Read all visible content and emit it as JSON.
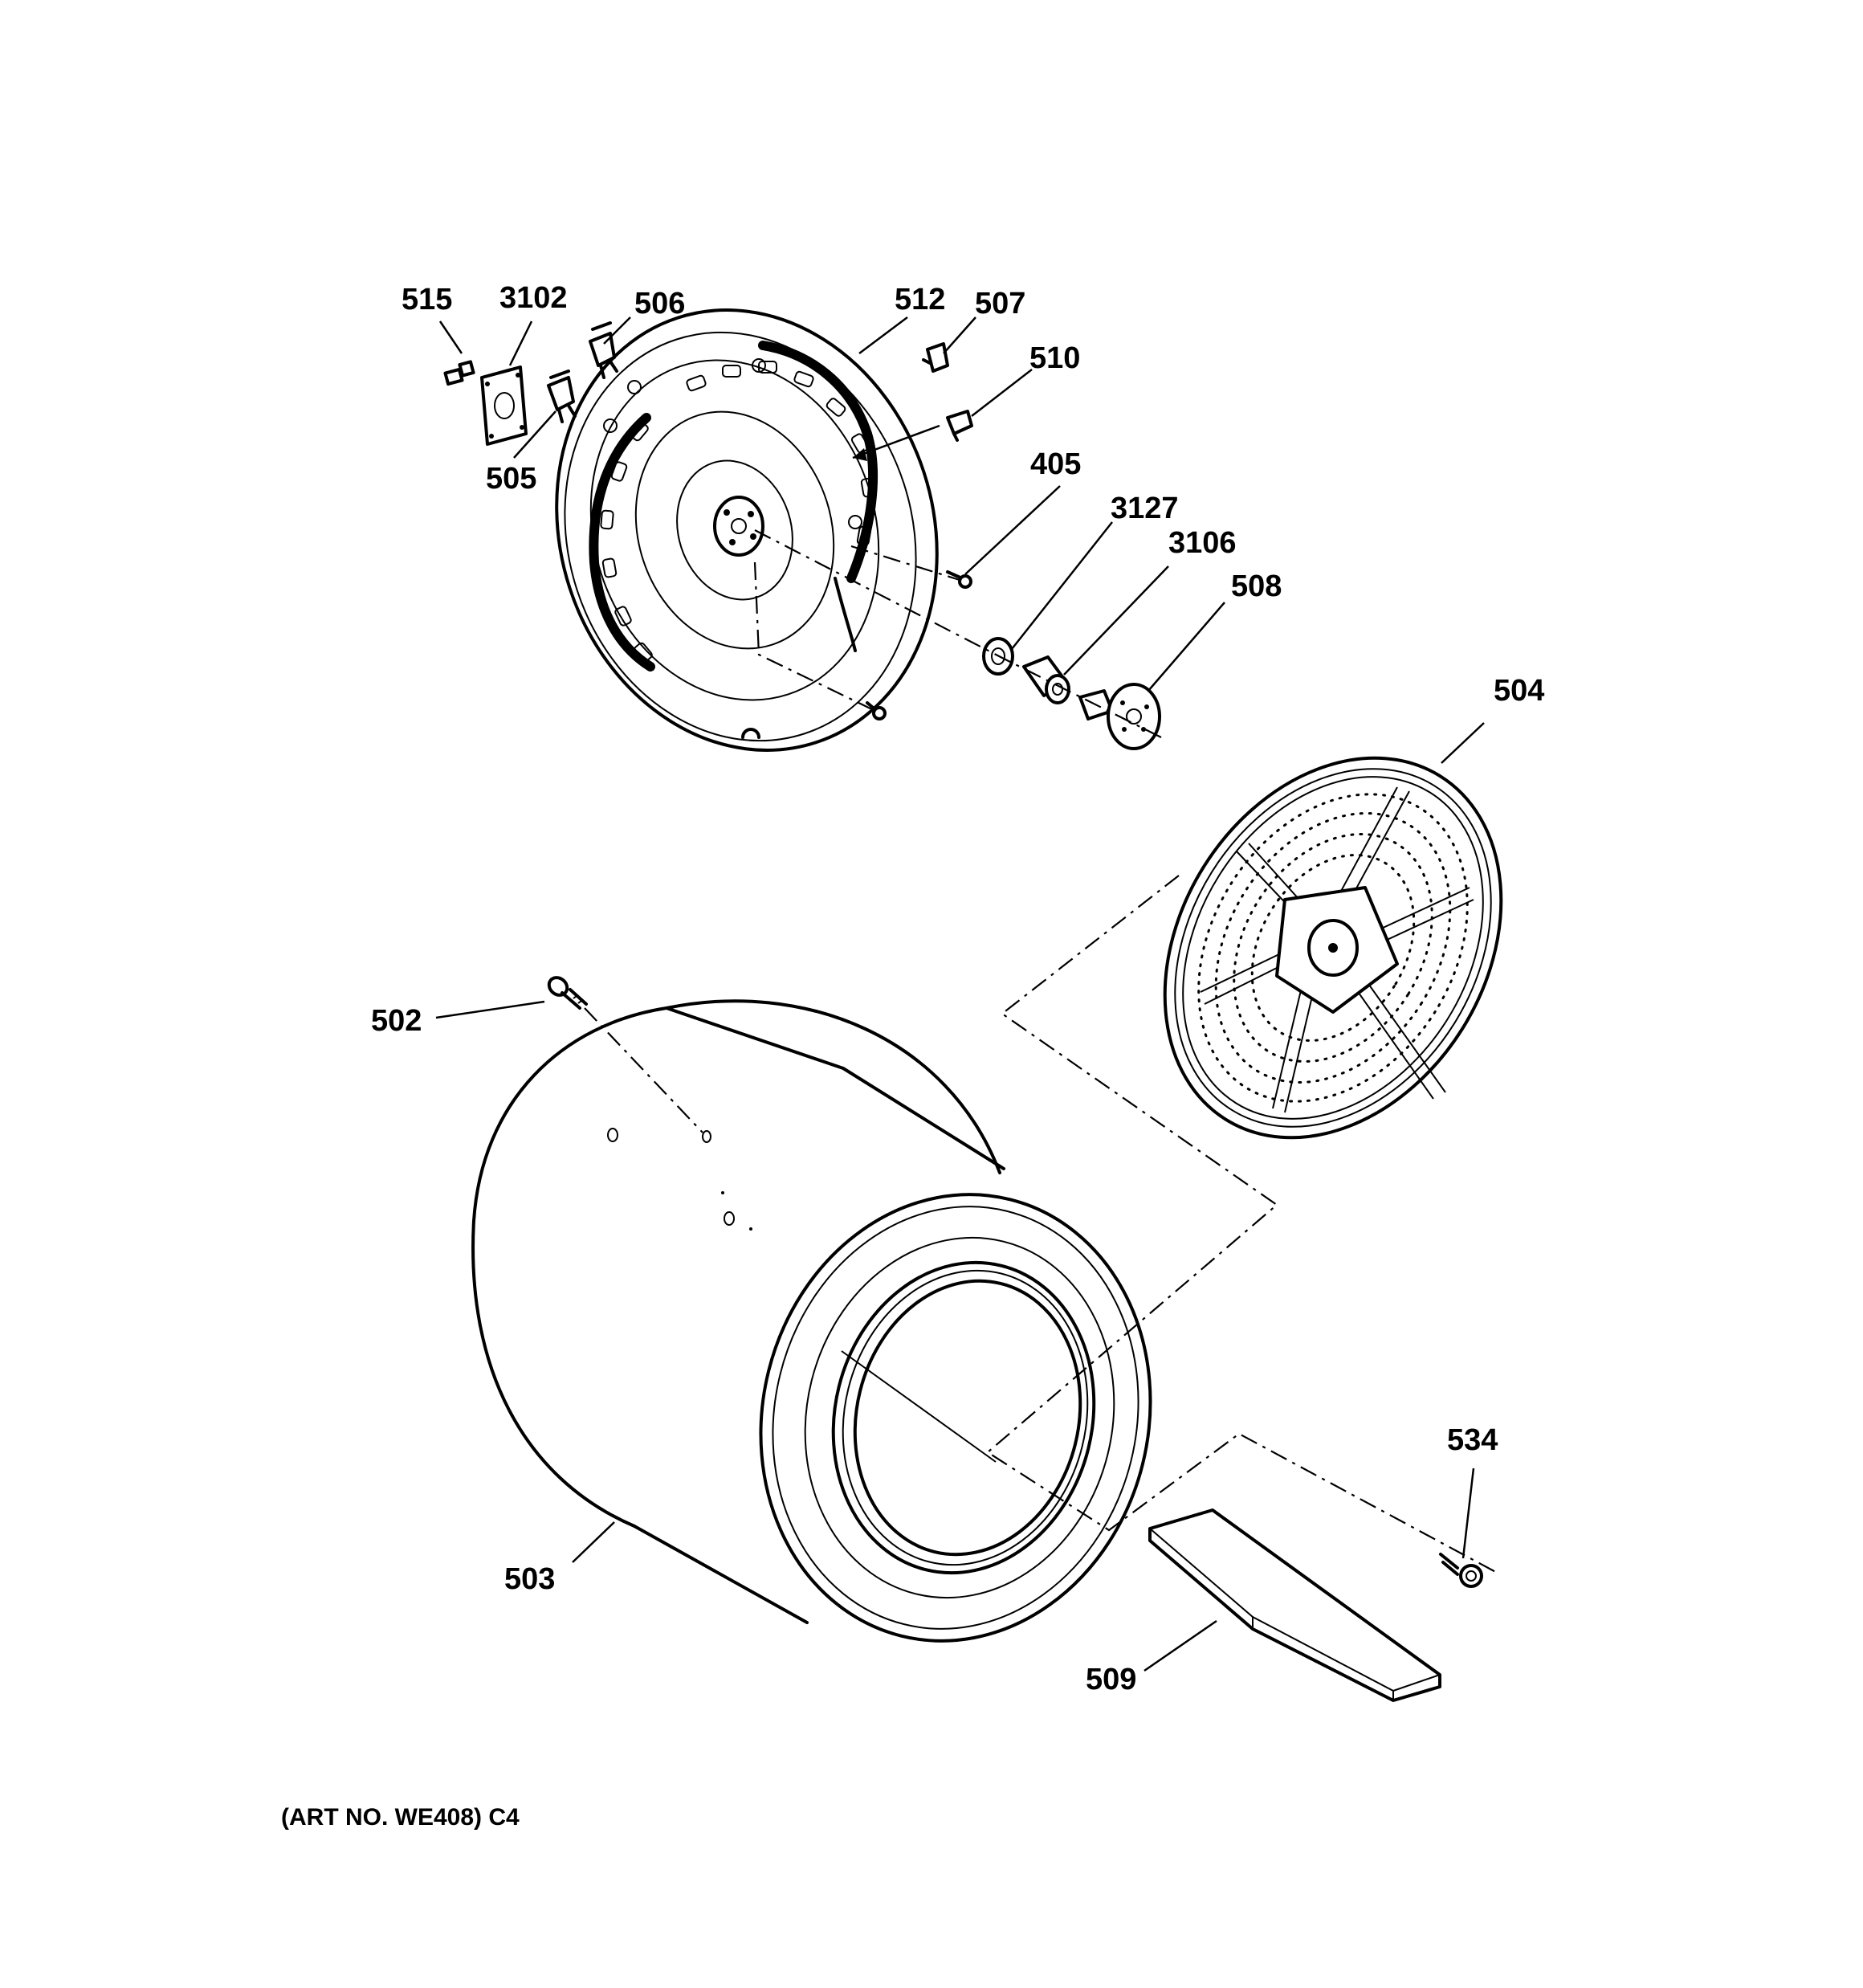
{
  "parts": {
    "p515": "515",
    "p3102": "3102",
    "p506": "506",
    "p512": "512",
    "p507": "507",
    "p510": "510",
    "p505": "505",
    "p405": "405",
    "p3127": "3127",
    "p3106": "3106",
    "p508": "508",
    "p504": "504",
    "p502": "502",
    "p503": "503",
    "p534": "534",
    "p509": "509"
  },
  "art_number": "(ART NO. WE408) C4"
}
